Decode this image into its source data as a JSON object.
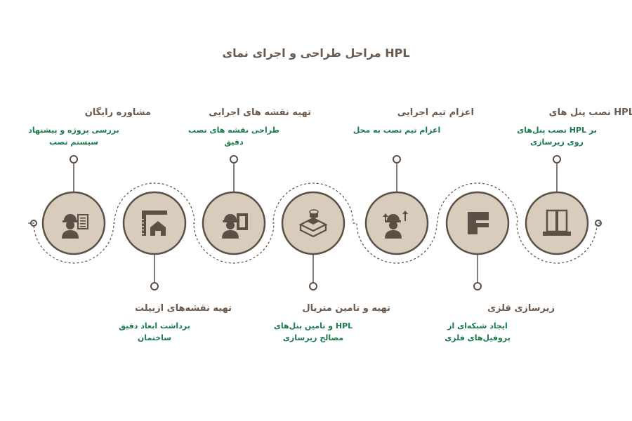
{
  "page": {
    "title": "مراحل طراحی و اجرای نمای HPL"
  },
  "colors": {
    "title": "#6b5a4e",
    "step_title": "#6b5a4e",
    "step_desc": "#1a7a4c",
    "circle_fill": "#d8cdbd",
    "circle_stroke": "#5b4f46",
    "icon": "#5b4f46",
    "connector": "#5b4f46"
  },
  "steps": [
    {
      "title": "مشاوره رایگان",
      "desc_lines": [
        "بررسی پروژه و پیشنهاد",
        "سیستم نصب"
      ],
      "icon": "worker-checklist-icon"
    },
    {
      "title": "تهیه نقشه‌های ازبیلت",
      "desc_lines": [
        "برداشت ابعاد دقیق",
        "ساختمان"
      ],
      "icon": "ruler-house-icon"
    },
    {
      "title": "تهیه نقشه های اجرایی",
      "desc_lines": [
        "طراحی نقشه های نصب",
        "دقیق"
      ],
      "icon": "worker-drawing-icon"
    },
    {
      "title": "تهیه و تامین متریال",
      "desc_lines": [
        "HPL و تامین پنل‌های",
        "مصالح زیرسازی"
      ],
      "icon": "materials-box-icon"
    },
    {
      "title": "اعزام تیم اجرایی",
      "desc_lines": [
        "اعزام تیم نصب به محل"
      ],
      "icon": "worker-arrows-icon"
    },
    {
      "title": "زیرسازی فلزی",
      "desc_lines": [
        "ایجاد شبکه‌ای از",
        "پروفیل‌های فلزی"
      ],
      "icon": "metal-profile-icon"
    },
    {
      "title": "HPL نصب پنل های",
      "desc_lines": [
        "بر HPL نصب پنل‌های",
        "روی زیرسازی"
      ],
      "icon": "panel-install-icon"
    }
  ]
}
